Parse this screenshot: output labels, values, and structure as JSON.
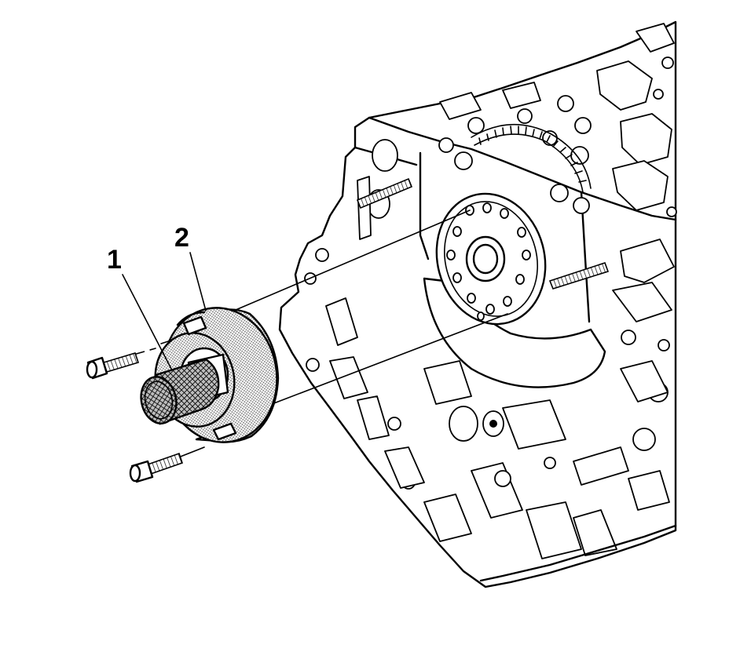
{
  "diagram": {
    "callouts": [
      {
        "id": "1",
        "label": "1"
      },
      {
        "id": "2",
        "label": "2"
      }
    ],
    "colors": {
      "line": "#000000",
      "background": "#ffffff",
      "shading": "#9a9a9a"
    },
    "parts": [
      {
        "callout": "1",
        "icon": "knurled-handle-icon"
      },
      {
        "callout": "2",
        "icon": "alignment-tool-icon"
      },
      {
        "icon": "engine-block-icon"
      },
      {
        "icon": "crankshaft-flange-icon"
      },
      {
        "icon": "bolt-icon"
      }
    ]
  }
}
